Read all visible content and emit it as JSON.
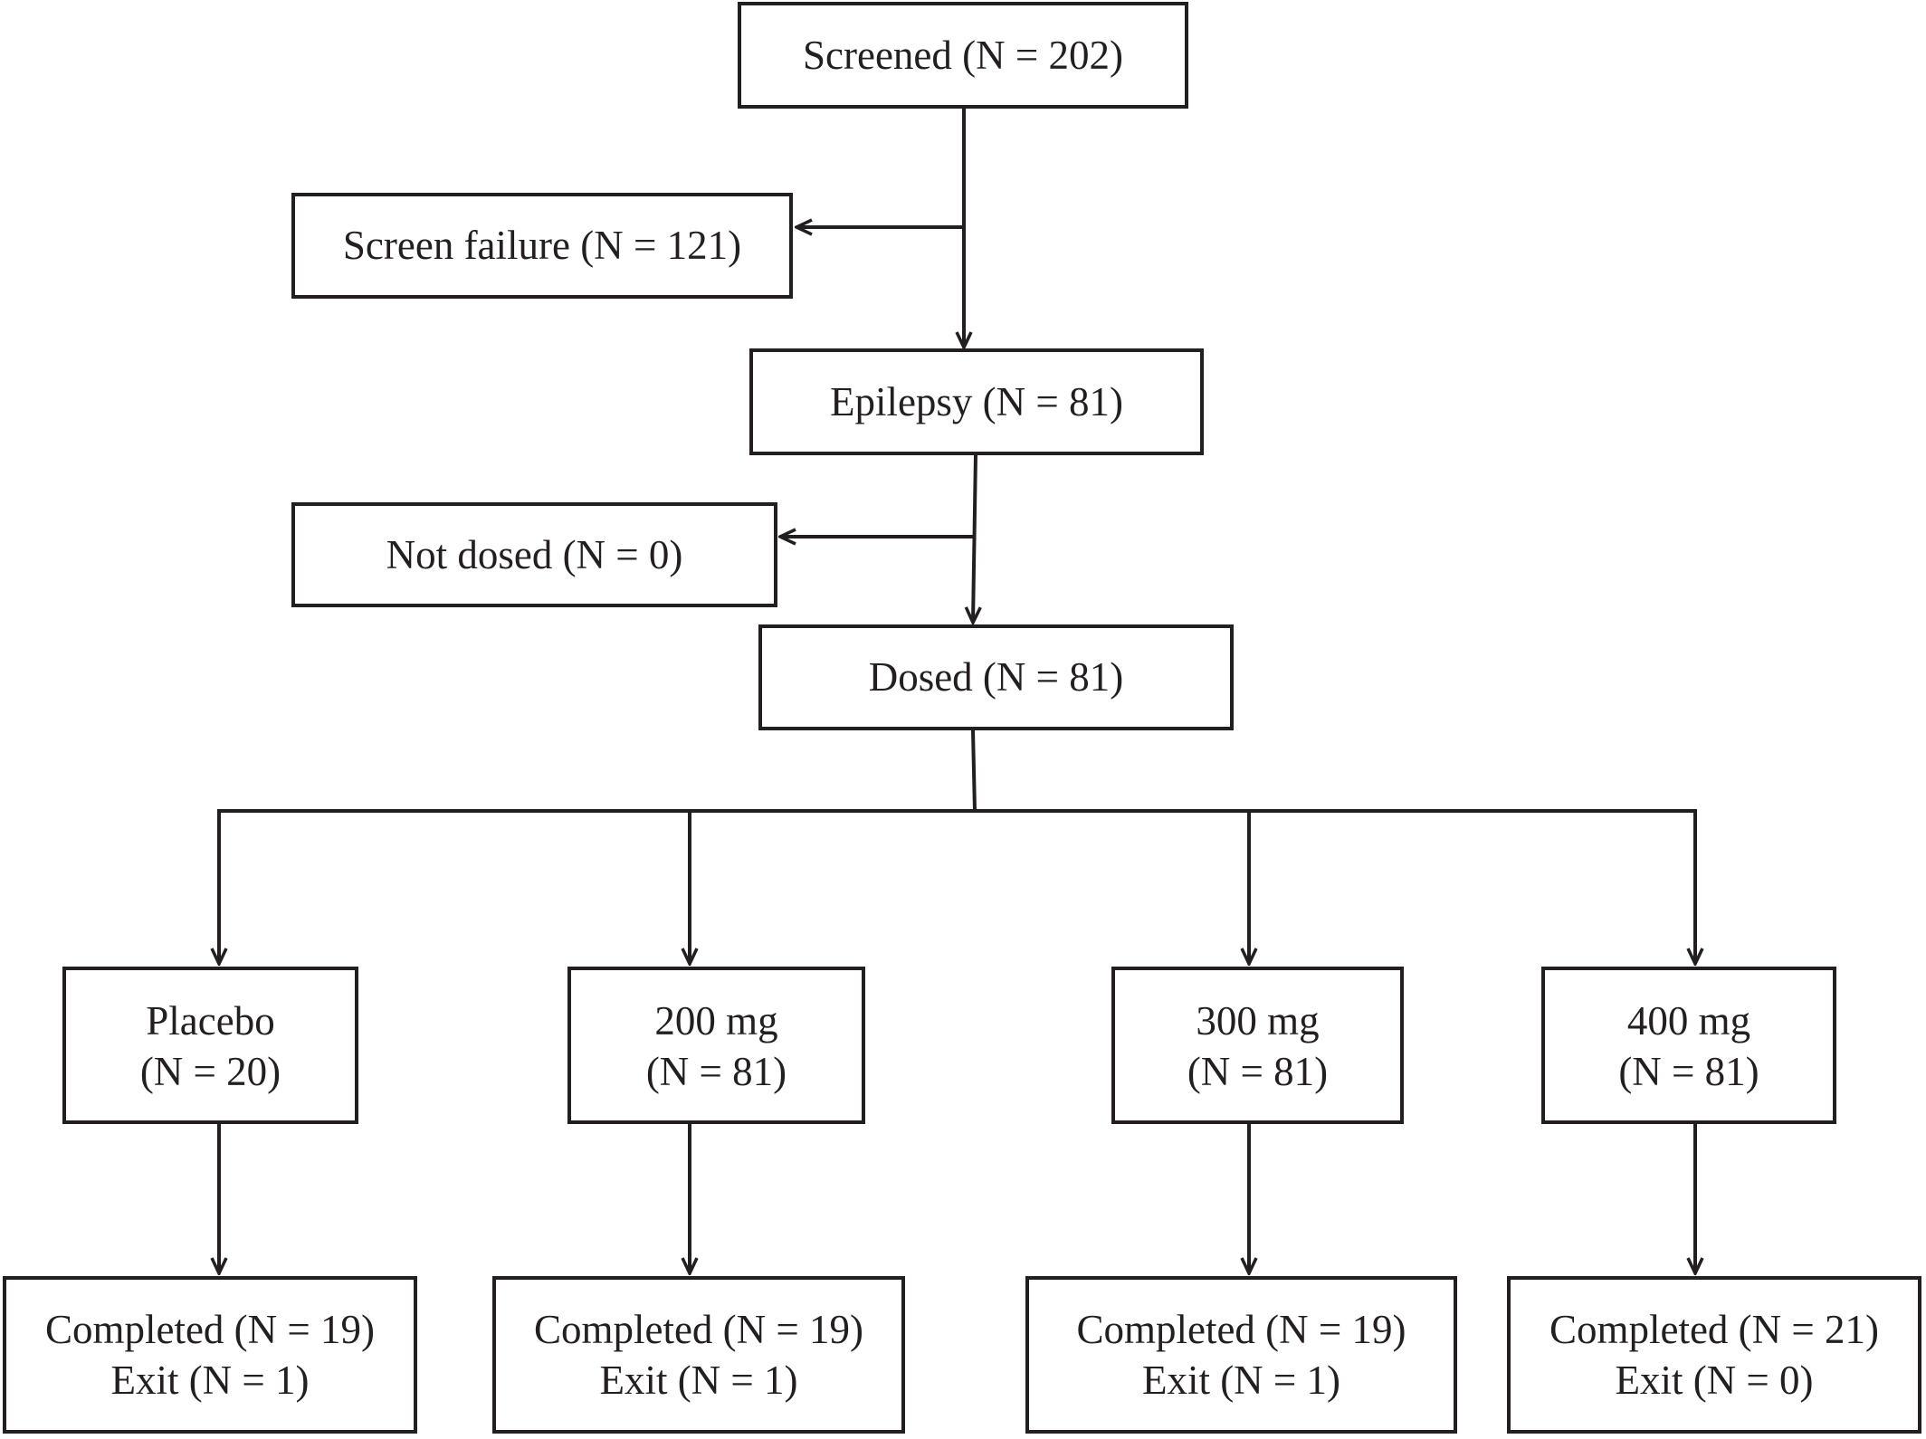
{
  "nodes": {
    "screened": {
      "lines": [
        "Screened (N = 202)"
      ]
    },
    "screen_fail": {
      "lines": [
        "Screen failure (N = 121)"
      ]
    },
    "epilepsy": {
      "lines": [
        "Epilepsy (N = 81)"
      ]
    },
    "not_dosed": {
      "lines": [
        "Not dosed (N = 0)"
      ]
    },
    "dosed": {
      "lines": [
        "Dosed (N = 81)"
      ]
    },
    "placebo": {
      "lines": [
        "Placebo",
        "(N = 20)"
      ]
    },
    "mg200": {
      "lines": [
        "200 mg",
        "(N = 81)"
      ]
    },
    "mg300": {
      "lines": [
        "300 mg",
        "(N = 81)"
      ]
    },
    "mg400": {
      "lines": [
        "400 mg",
        "(N = 81)"
      ]
    },
    "done_placebo": {
      "lines": [
        "Completed (N = 19)",
        "Exit (N = 1)"
      ]
    },
    "done_200": {
      "lines": [
        "Completed (N = 19)",
        "Exit (N = 1)"
      ]
    },
    "done_300": {
      "lines": [
        "Completed (N = 19)",
        "Exit (N = 1)"
      ]
    },
    "done_400": {
      "lines": [
        "Completed (N = 21)",
        "Exit (N = 0)"
      ]
    }
  },
  "colors": {
    "ink": "#231f20",
    "background": "#ffffff"
  }
}
